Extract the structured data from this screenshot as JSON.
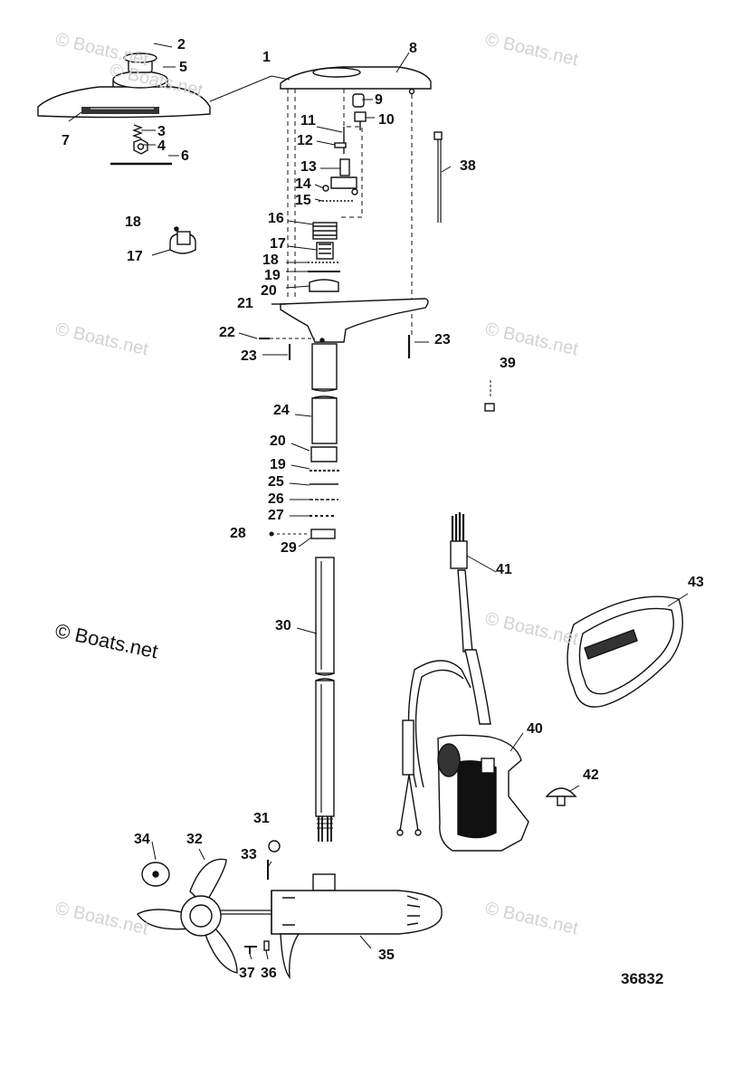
{
  "watermark": {
    "text": "© Boats.net",
    "faint": [
      "© Boats.net",
      "© Boats.net",
      "© Boats.net",
      "© Boats.net",
      "© Boats.net",
      "© Boats.net",
      "© Boats.net",
      "© Boats.net"
    ]
  },
  "figure_id": "36832",
  "callouts": [
    "1",
    "2",
    "3",
    "4",
    "5",
    "6",
    "7",
    "8",
    "9",
    "10",
    "11",
    "12",
    "13",
    "14",
    "15",
    "16",
    "17",
    "18",
    "19",
    "20",
    "21",
    "22",
    "23",
    "24",
    "20",
    "19",
    "25",
    "26",
    "27",
    "28",
    "29",
    "30",
    "31",
    "32",
    "33",
    "34",
    "35",
    "36",
    "37",
    "38",
    "39",
    "40",
    "41",
    "42",
    "43",
    "17",
    "18",
    "23"
  ]
}
